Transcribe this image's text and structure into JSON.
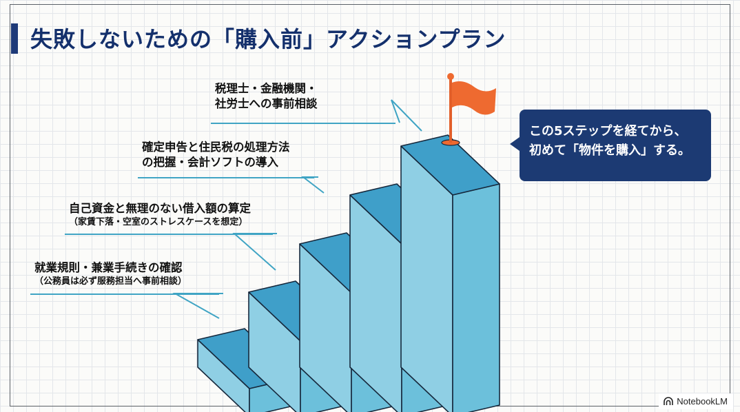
{
  "title": "失敗しないための「購入前」アクションプラン",
  "steps": [
    {
      "main": "就業規則・兼業手続きの確認",
      "sub": "（公務員は必ず服務担当へ事前相談）"
    },
    {
      "main": "自己資金と無理のない借入額の算定",
      "sub": "（家賃下落・空室のストレスケースを想定）"
    },
    {
      "main": "確定申告と住民税の処理方法",
      "sub": "の把握・会計ソフトの導入"
    },
    {
      "main": "税理士・金融機関・",
      "sub": "社労士への事前相談"
    }
  ],
  "callout": {
    "line1": "この5ステップを経てから、",
    "line2": "初めて「物件を購入」する。"
  },
  "brand": "NotebookLM",
  "colors": {
    "title": "#14306c",
    "accent_bar": "#1e3a78",
    "step_top": "#3f9fc9",
    "step_front": "#6cc0db",
    "step_side": "#8fcfe4",
    "stroke": "#16283c",
    "leader": "#3fa4c4",
    "flag": "#ee6a30",
    "callout_bg": "#1c3a73"
  },
  "icons": {
    "goal": "flag-icon",
    "brand": "notebooklm-logo-icon"
  }
}
